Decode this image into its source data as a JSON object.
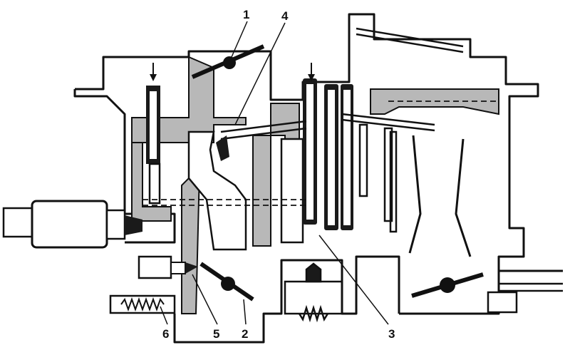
{
  "callouts": [
    {
      "id": "1",
      "label": "1"
    },
    {
      "id": "2",
      "label": "2"
    },
    {
      "id": "3",
      "label": "3"
    },
    {
      "id": "4",
      "label": "4"
    },
    {
      "id": "5",
      "label": "5"
    },
    {
      "id": "6",
      "label": "6"
    }
  ],
  "colors": {
    "outline": "#111111",
    "fuel_fill": "#b8b8b8",
    "part_dark": "#1a1a1a",
    "body_fill": "#ffffff"
  }
}
